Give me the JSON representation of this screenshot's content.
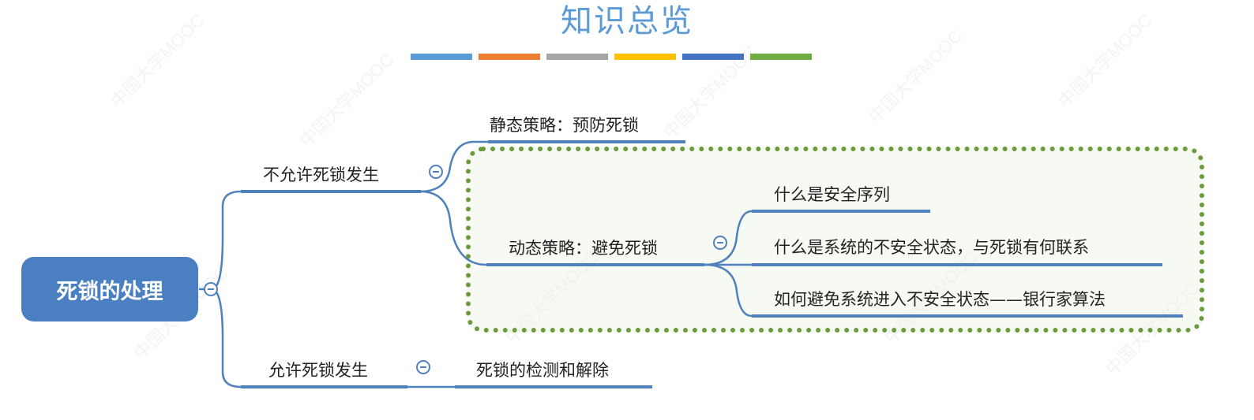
{
  "title": "知识总览",
  "bar_colors": [
    "#5b9bd5",
    "#ed7d31",
    "#a5a5a5",
    "#ffc000",
    "#4472c4",
    "#70ad47"
  ],
  "root": {
    "label": "死锁的处理"
  },
  "branches": {
    "no_deadlock": {
      "label": "不允许死锁发生",
      "static": "静态策略：预防死锁",
      "dynamic": "动态策略：避免死锁",
      "dynamic_children": [
        "什么是安全序列",
        "什么是系统的不安全状态，与死锁有何联系",
        "如何避免系统进入不安全状态——银行家算法"
      ]
    },
    "allow_deadlock": {
      "label": "允许死锁发生",
      "child": "死锁的检测和解除"
    }
  }
}
